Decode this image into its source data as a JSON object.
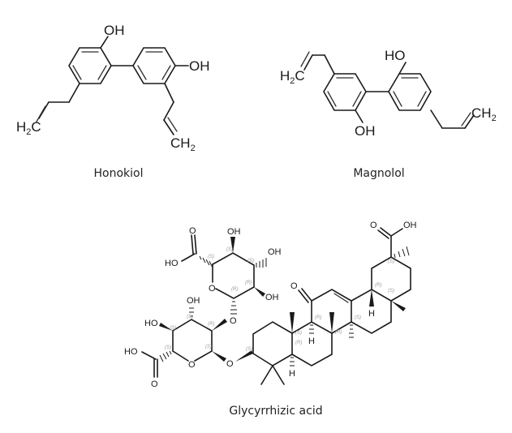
{
  "figure": {
    "molecules": [
      {
        "name": "Honokiol",
        "labels": {
          "oh_top": "OH",
          "oh_right": "OH",
          "h2c": "H",
          "h2c_sub": "2",
          "h2c_c": "C",
          "ch2_c": "CH",
          "ch2_sub": "2"
        }
      },
      {
        "name": "Magnolol",
        "labels": {
          "ho_top": "HO",
          "oh_bottom": "OH",
          "h2c": "H",
          "h2c_sub": "2",
          "h2c_c": "C",
          "ch2_c": "CH",
          "ch2_sub": "2"
        }
      },
      {
        "name": "Glycyrrhizic acid",
        "labels": {
          "cooh_o": "O",
          "cooh_oh": "OH",
          "sugar1_oh_top": "OH",
          "sugar1_oh_right": "OH",
          "sugar1_oh_bottom": "OH",
          "sugar1_ho": "HO",
          "sugar1_o_carbonyl": "O",
          "sugar1_ring_o": "O",
          "sugar2_oh_top": "OH",
          "sugar2_ho_left": "HO",
          "sugar2_ho_acid": "HO",
          "sugar2_o_carbonyl": "O",
          "sugar2_ring_o": "O",
          "glycosidic_o1": "O",
          "glycosidic_o2": "O",
          "ketone_o": "O",
          "h_labels": [
            "H",
            "H",
            "H"
          ]
        },
        "stereo_descriptors": [
          "(S)",
          "(S)",
          "(S)",
          "(R)",
          "(R)",
          "(S)",
          "(S)",
          "(S)",
          "(R)",
          "(S)",
          "(S)",
          "(R)",
          "(S)",
          "(R)",
          "(R)",
          "(S)",
          "(R)",
          "(S)",
          "(S)"
        ]
      }
    ]
  }
}
